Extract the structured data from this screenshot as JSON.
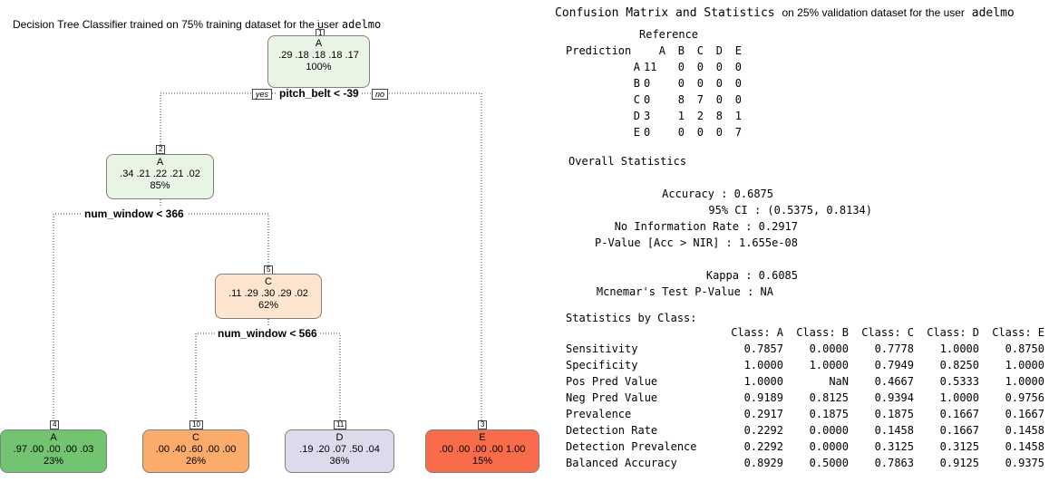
{
  "tree": {
    "title": "Decision Tree Classifier trained on 75% training dataset",
    "title_user_prefix": "for the user",
    "user": "adelmo",
    "colors": {
      "A_light": "#e8f4e4",
      "A": "#72c470",
      "C_light": "#fde5cf",
      "C": "#fbab6a",
      "D": "#dcdbeb",
      "E": "#f86c4c"
    },
    "nodes": [
      {
        "id": "1",
        "label": "A",
        "probs": ".29 .18 .18 .18 .17",
        "pct": "100%"
      },
      {
        "id": "2",
        "label": "A",
        "probs": ".34 .21 .22 .21 .02",
        "pct": "85%"
      },
      {
        "id": "5",
        "label": "C",
        "probs": ".11 .29 .30 .29 .02",
        "pct": "62%"
      },
      {
        "id": "4",
        "label": "A",
        "probs": ".97 .00 .00 .00 .03",
        "pct": "23%"
      },
      {
        "id": "10",
        "label": "C",
        "probs": ".00 .40 .60 .00 .00",
        "pct": "26%"
      },
      {
        "id": "11",
        "label": "D",
        "probs": ".19 .20 .07 .50 .04",
        "pct": "36%"
      },
      {
        "id": "3",
        "label": "E",
        "probs": ".00 .00 .00 .00 1.00",
        "pct": "15%"
      }
    ],
    "splits": {
      "root": "pitch_belt < -39",
      "node2": "num_window < 366",
      "node5": "num_window < 566"
    },
    "yes_label": "yes",
    "no_label": "no"
  },
  "matrix": {
    "title": "Confusion Matrix and Statistics",
    "title_sub": "on 25% validation dataset for the user",
    "user": "adelmo",
    "reference_label": "Reference",
    "prediction_label": "Prediction",
    "classes": [
      "A",
      "B",
      "C",
      "D",
      "E"
    ],
    "rows": [
      {
        "label": "A",
        "values": [
          "11",
          "0",
          "0",
          "0",
          "0"
        ]
      },
      {
        "label": "B",
        "values": [
          "0",
          "0",
          "0",
          "0",
          "0"
        ]
      },
      {
        "label": "C",
        "values": [
          "0",
          "8",
          "7",
          "0",
          "0"
        ]
      },
      {
        "label": "D",
        "values": [
          "3",
          "1",
          "2",
          "8",
          "1"
        ]
      },
      {
        "label": "E",
        "values": [
          "0",
          "0",
          "0",
          "0",
          "7"
        ]
      }
    ]
  },
  "overall": {
    "title": "Overall Statistics",
    "lines": [
      "Accuracy : 0.6875",
      "95% CI : (0.5375, 0.8134)",
      "No Information Rate : 0.2917",
      "P-Value [Acc > NIR] : 1.655e-08",
      "Kappa : 0.6085",
      "Mcnemar's Test P-Value : NA"
    ]
  },
  "by_class": {
    "title": "Statistics by Class:",
    "headers": [
      "Class: A",
      "Class: B",
      "Class: C",
      "Class: D",
      "Class: E"
    ],
    "rows": [
      {
        "label": "Sensitivity",
        "values": [
          "0.7857",
          "0.0000",
          "0.7778",
          "1.0000",
          "0.8750"
        ]
      },
      {
        "label": "Specificity",
        "values": [
          "1.0000",
          "1.0000",
          "0.7949",
          "0.8250",
          "1.0000"
        ]
      },
      {
        "label": "Pos Pred Value",
        "values": [
          "1.0000",
          "NaN",
          "0.4667",
          "0.5333",
          "1.0000"
        ]
      },
      {
        "label": "Neg Pred Value",
        "values": [
          "0.9189",
          "0.8125",
          "0.9394",
          "1.0000",
          "0.9756"
        ]
      },
      {
        "label": "Prevalence",
        "values": [
          "0.2917",
          "0.1875",
          "0.1875",
          "0.1667",
          "0.1667"
        ]
      },
      {
        "label": "Detection Rate",
        "values": [
          "0.2292",
          "0.0000",
          "0.1458",
          "0.1667",
          "0.1458"
        ]
      },
      {
        "label": "Detection Prevalence",
        "values": [
          "0.2292",
          "0.0000",
          "0.3125",
          "0.3125",
          "0.1458"
        ]
      },
      {
        "label": "Balanced Accuracy",
        "values": [
          "0.8929",
          "0.5000",
          "0.7863",
          "0.9125",
          "0.9375"
        ]
      }
    ]
  }
}
